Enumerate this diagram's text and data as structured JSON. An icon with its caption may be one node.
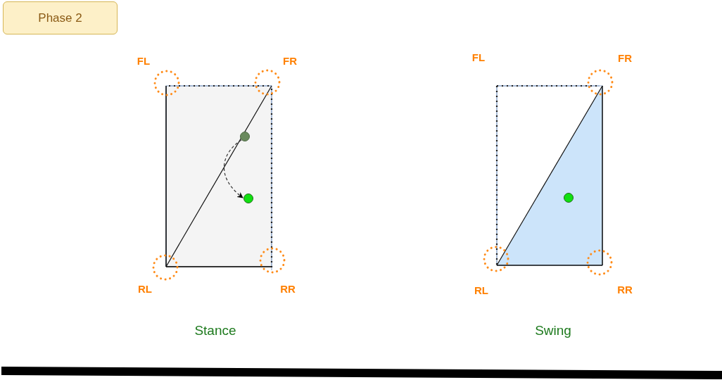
{
  "diagram": {
    "nodes": [
      {
        "text": [
          "Phase 2"
        ]
      },
      {
        "text": [],
        "shape": "circle"
      },
      {
        "text": [],
        "shape": "circle"
      },
      {
        "text": [],
        "shape": "circle"
      }
    ],
    "edges": [
      {
        "from": 1,
        "to": 2,
        "arrow": "to",
        "style": "dashed"
      }
    ],
    "labels": [
      "FL",
      "FR",
      "RL",
      "RR",
      "Stance",
      "FL",
      "FR",
      "RL",
      "RR",
      "Swing"
    ]
  }
}
